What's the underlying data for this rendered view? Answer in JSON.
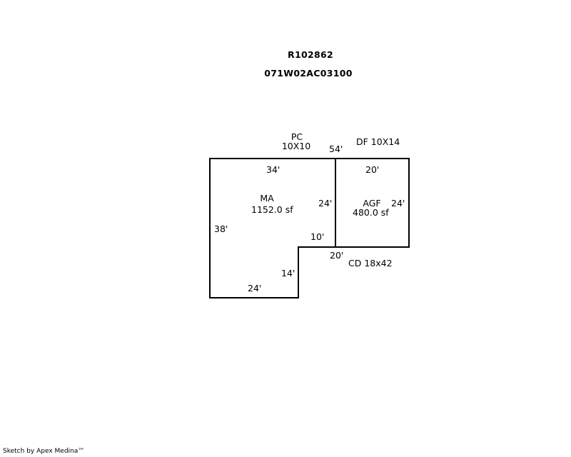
{
  "header": {
    "parcel_id": "R102862",
    "map_number": "071W02AC03100"
  },
  "labels": {
    "pc_name": "PC",
    "pc_size": "10X10",
    "df_label": "DF 10X14",
    "cd_label": "CD 18x42"
  },
  "areas": {
    "ma_name": "MA",
    "ma_area": "1152.0 sf",
    "agf_name": "AGF",
    "agf_area": "480.0 sf"
  },
  "dimensions": {
    "top_overall": "54'",
    "ma_top": "34'",
    "agf_top": "20'",
    "ma_right": "24'",
    "agf_right": "24'",
    "ma_left": "38'",
    "ma_step": "10'",
    "agf_bottom": "20'",
    "ma_notch": "14'",
    "ma_bottom": "24'"
  },
  "footer": {
    "credit": "Sketch by Apex Medina™"
  },
  "colors": {
    "line": "#000000",
    "background": "#ffffff"
  }
}
